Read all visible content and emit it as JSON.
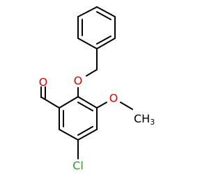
{
  "molecule": {
    "atoms": {
      "aldehyde_o": {
        "text": "O",
        "color": "#e00000"
      },
      "ether_o": {
        "text": "O",
        "color": "#e00000"
      },
      "methoxy_o": {
        "text": "O",
        "color": "#e00000"
      },
      "methyl": {
        "text": "CH",
        "subscript": "3",
        "color": "#000000"
      },
      "chlorine": {
        "text": "Cl",
        "color": "#2e9a2e"
      }
    }
  }
}
